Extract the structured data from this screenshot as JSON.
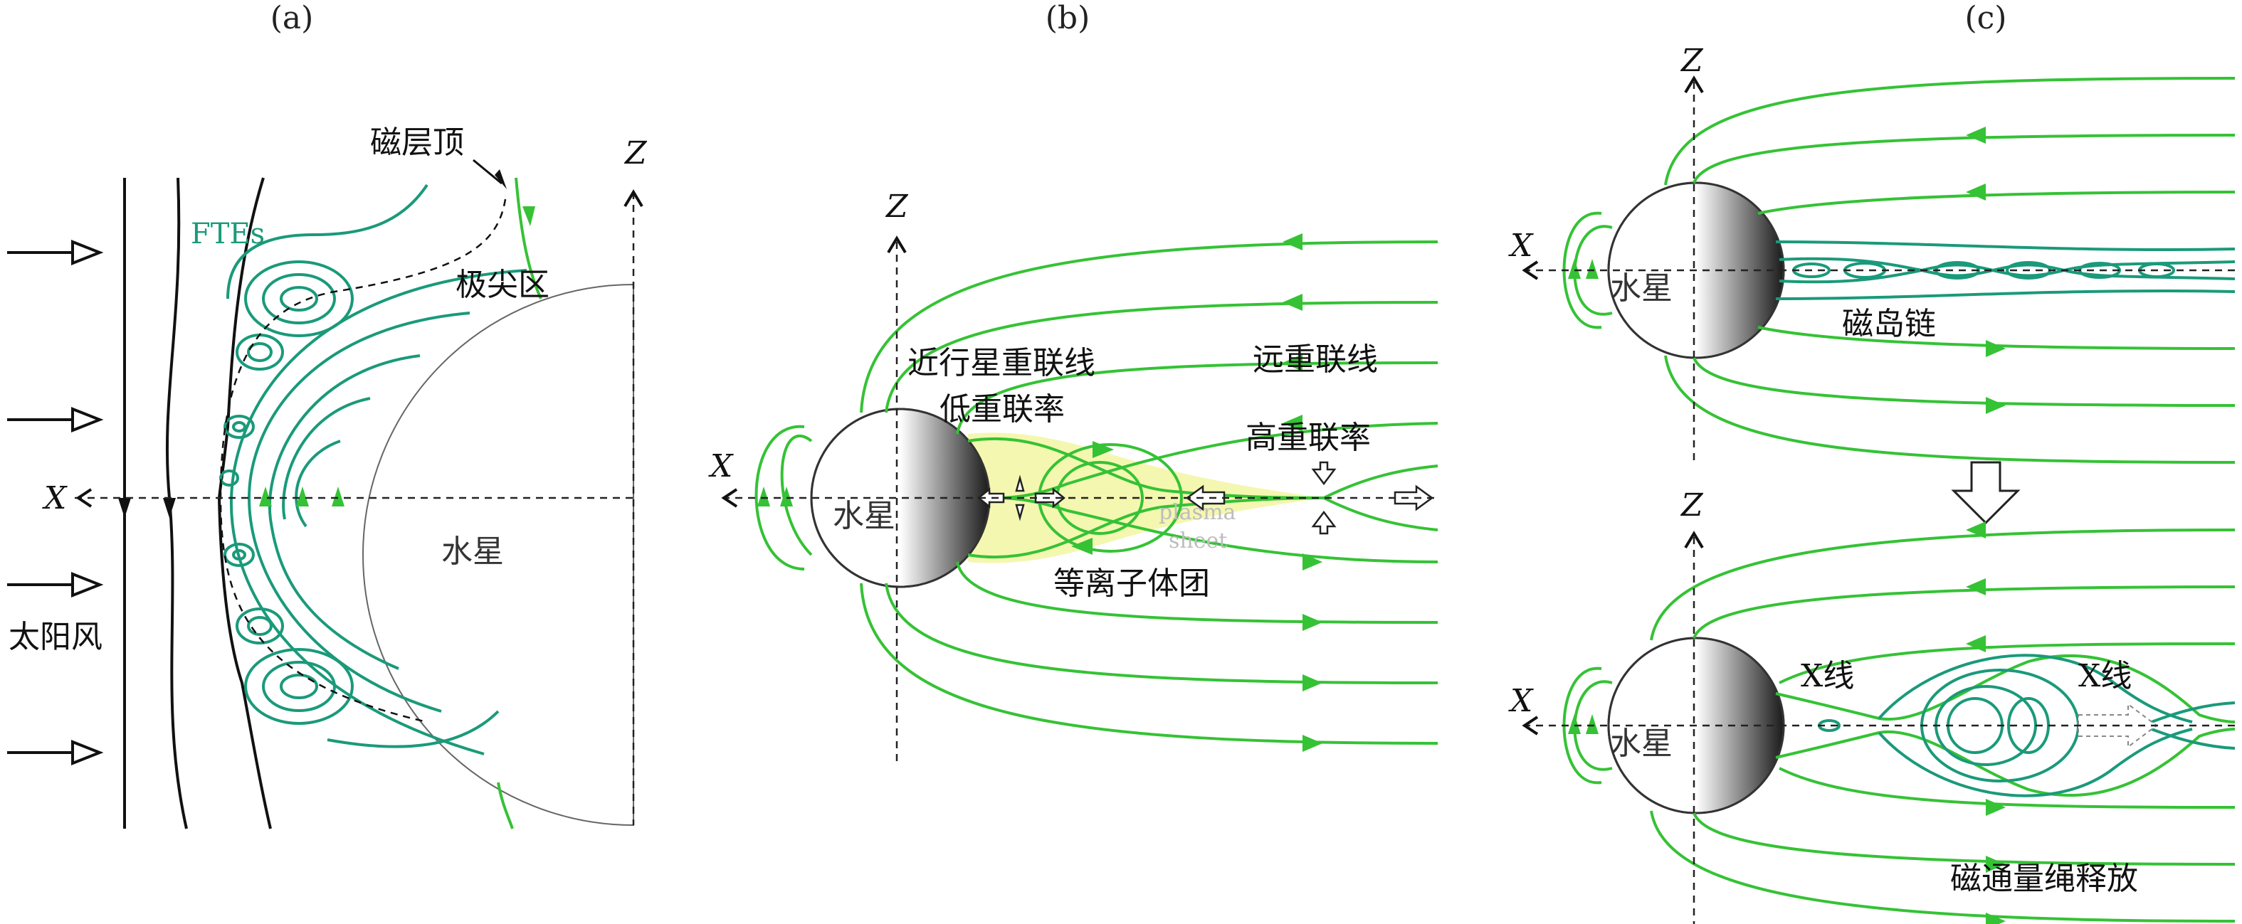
{
  "colors": {
    "bright_green": "#35c235",
    "teal": "#1a9a7a",
    "plasma_fill": "#f4f7b0",
    "axis": "#222222"
  },
  "panel_a": {
    "label": "(a)",
    "axis_x": "X",
    "axis_z": "Z",
    "planet": "水星",
    "magnetopause": "磁层顶",
    "cusp": "极尖区",
    "solar_wind": "太阳风",
    "ftes": "FTEs"
  },
  "panel_b": {
    "label": "(b)",
    "axis_x": "X",
    "axis_z": "Z",
    "planet": "水星",
    "near_x_line": "近行星重联线",
    "low_rate": "低重联率",
    "far_x_line": "远重联线",
    "high_rate": "高重联率",
    "plasma_1": "plasma",
    "plasma_2": "sheet",
    "plasmoid": "等离子体团"
  },
  "panel_c": {
    "label": "(c)",
    "top": {
      "axis_x": "X",
      "axis_z": "Z",
      "planet": "水星",
      "chain": "磁岛链"
    },
    "bottom": {
      "axis_x": "X",
      "axis_z": "Z",
      "planet": "水星",
      "x_line_1": "X线",
      "x_line_2": "X线",
      "release": "磁通量绳释放"
    }
  }
}
